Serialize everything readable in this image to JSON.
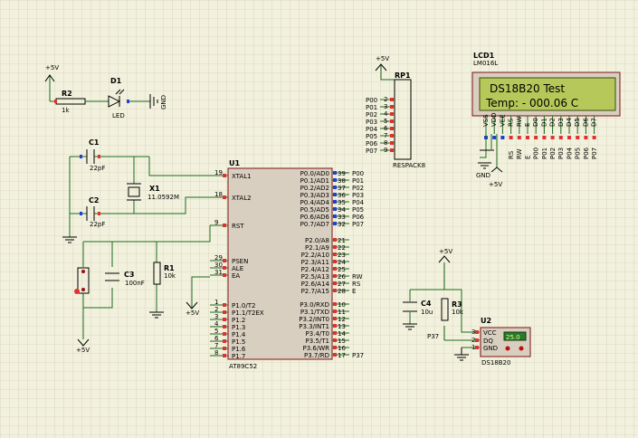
{
  "power": {
    "vcc_label": "+5V",
    "gnd_label": "GND"
  },
  "r2": {
    "ref": "R2",
    "value": "1k"
  },
  "d1": {
    "ref": "D1",
    "value": "LED"
  },
  "c1": {
    "ref": "C1",
    "value": "22pF"
  },
  "c2": {
    "ref": "C2",
    "value": "22pF"
  },
  "x1": {
    "ref": "X1",
    "value": "11.0592M"
  },
  "c3": {
    "ref": "C3",
    "value": "100nF"
  },
  "r1": {
    "ref": "R1",
    "value": "10k"
  },
  "rp1": {
    "ref": "RP1",
    "value": "RESPACK8",
    "pins": [
      "P00",
      "P01",
      "P02",
      "P03",
      "P04",
      "P05",
      "P06",
      "P07"
    ]
  },
  "lcd": {
    "ref": "LCD1",
    "model": "LM016L",
    "line1": "DS18B20 Test",
    "line2": "Temp: - 000.06 C",
    "pins": [
      "VSS",
      "VDD",
      "VEE",
      "RS",
      "RW",
      "E",
      "D0",
      "D1",
      "D2",
      "D3",
      "D4",
      "D5",
      "D6",
      "D7"
    ],
    "nets": [
      "RS",
      "RW",
      "E",
      "P00",
      "P01",
      "P02",
      "P03",
      "P04",
      "P05",
      "P06",
      "P07"
    ]
  },
  "u1": {
    "ref": "U1",
    "part": "AT89C52",
    "left_pins": [
      {
        "num": "19",
        "name": "XTAL1"
      },
      {
        "num": "18",
        "name": "XTAL2"
      },
      {
        "num": "9",
        "name": "RST"
      },
      {
        "num": "29",
        "name": "PSEN"
      },
      {
        "num": "30",
        "name": "ALE"
      },
      {
        "num": "31",
        "name": "EA"
      },
      {
        "num": "1",
        "name": "P1.0/T2"
      },
      {
        "num": "2",
        "name": "P1.1/T2EX"
      },
      {
        "num": "3",
        "name": "P1.2"
      },
      {
        "num": "4",
        "name": "P1.3"
      },
      {
        "num": "5",
        "name": "P1.4"
      },
      {
        "num": "6",
        "name": "P1.5"
      },
      {
        "num": "7",
        "name": "P1.6"
      },
      {
        "num": "8",
        "name": "P1.7"
      }
    ],
    "p0_pins": [
      {
        "num": "39",
        "name": "P0.0/AD0",
        "net": "P00"
      },
      {
        "num": "38",
        "name": "P0.1/AD1",
        "net": "P01"
      },
      {
        "num": "37",
        "name": "P0.2/AD2",
        "net": "P02"
      },
      {
        "num": "36",
        "name": "P0.3/AD3",
        "net": "P03"
      },
      {
        "num": "35",
        "name": "P0.4/AD4",
        "net": "P04"
      },
      {
        "num": "34",
        "name": "P0.5/AD5",
        "net": "P05"
      },
      {
        "num": "33",
        "name": "P0.6/AD6",
        "net": "P06"
      },
      {
        "num": "32",
        "name": "P0.7/AD7",
        "net": "P07"
      }
    ],
    "p2_pins": [
      {
        "num": "21",
        "name": "P2.0/A8",
        "net": ""
      },
      {
        "num": "22",
        "name": "P2.1/A9",
        "net": ""
      },
      {
        "num": "23",
        "name": "P2.2/A10",
        "net": ""
      },
      {
        "num": "24",
        "name": "P2.3/A11",
        "net": ""
      },
      {
        "num": "25",
        "name": "P2.4/A12",
        "net": ""
      },
      {
        "num": "26",
        "name": "P2.5/A13",
        "net": "RW"
      },
      {
        "num": "27",
        "name": "P2.6/A14",
        "net": "RS"
      },
      {
        "num": "28",
        "name": "P2.7/A15",
        "net": "E"
      }
    ],
    "p3_pins": [
      {
        "num": "10",
        "name": "P3.0/RXD",
        "net": ""
      },
      {
        "num": "11",
        "name": "P3.1/TXD",
        "net": ""
      },
      {
        "num": "12",
        "name": "P3.2/INT0",
        "net": ""
      },
      {
        "num": "13",
        "name": "P3.3/INT1",
        "net": ""
      },
      {
        "num": "14",
        "name": "P3.4/T0",
        "net": ""
      },
      {
        "num": "15",
        "name": "P3.5/T1",
        "net": ""
      },
      {
        "num": "16",
        "name": "P3.6/WR",
        "net": ""
      },
      {
        "num": "17",
        "name": "P3.7/RD",
        "net": "P37"
      }
    ]
  },
  "c4": {
    "ref": "C4",
    "value": "10u"
  },
  "r3": {
    "ref": "R3",
    "value": "10k"
  },
  "u2": {
    "ref": "U2",
    "part": "DS18B20",
    "reading": "25.0",
    "pins": [
      {
        "num": "3",
        "name": "VCC"
      },
      {
        "num": "2",
        "name": "DQ"
      },
      {
        "num": "1",
        "name": "GND"
      }
    ],
    "net": "P37"
  }
}
